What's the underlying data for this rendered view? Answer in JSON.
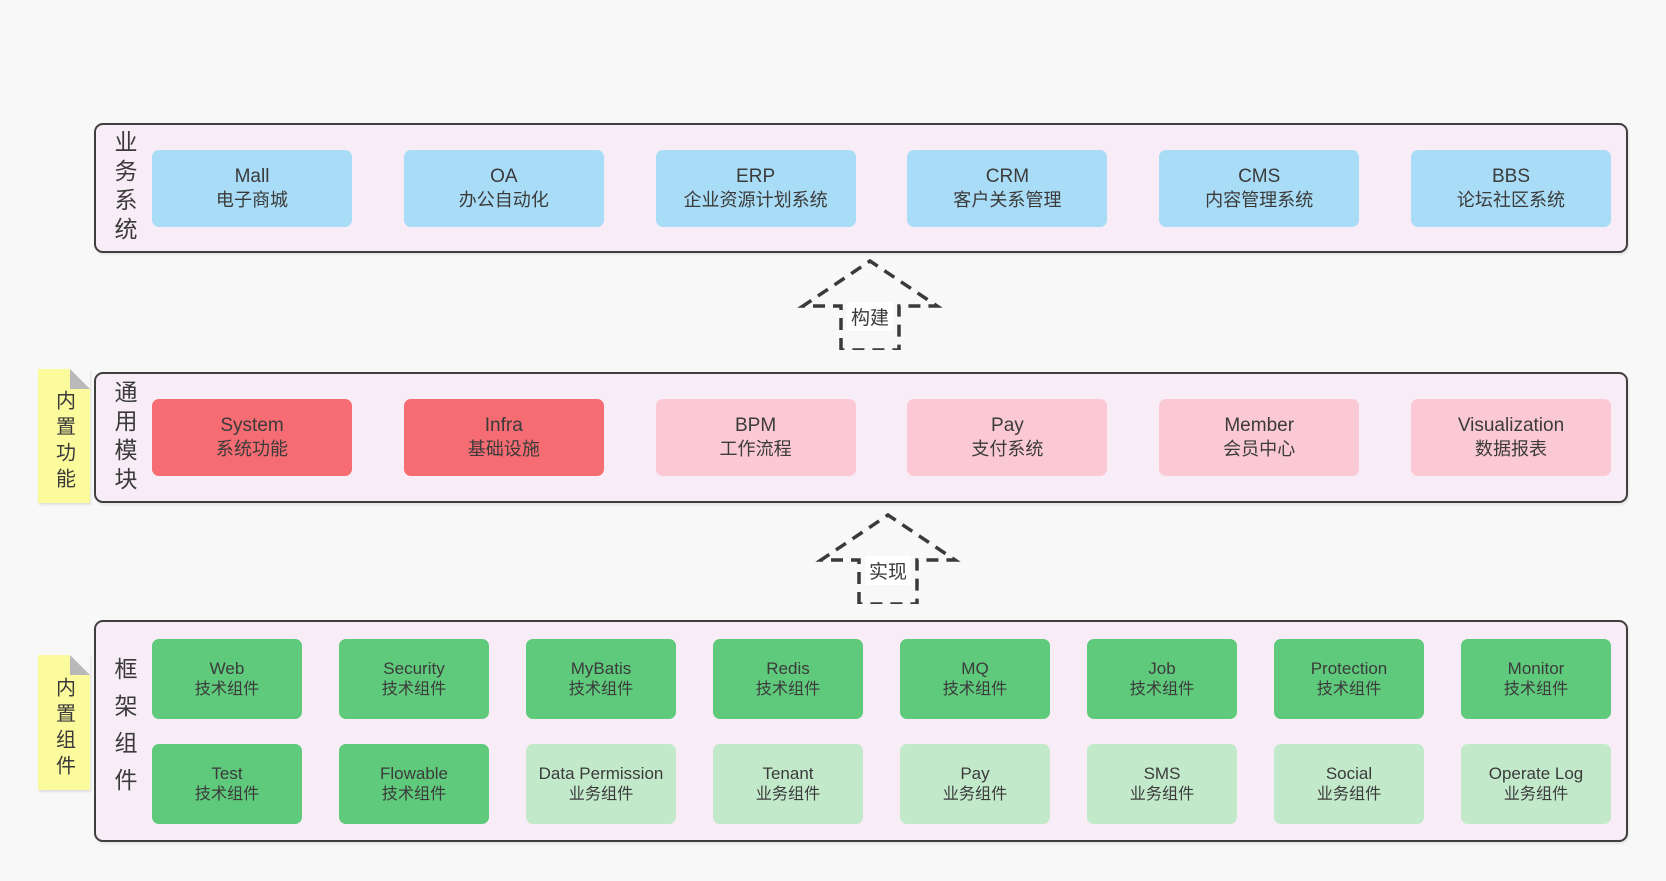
{
  "colors": {
    "page_bg": "#f8f8f8",
    "panel_bg": "#f8edf6",
    "panel_border": "#3f3f3f",
    "blue": "#a9dcf6",
    "red": "#f56c72",
    "pink": "#fbc9d4",
    "green": "#5fc97c",
    "light_green": "#c3e9cb",
    "note_yellow": "#fbfa9d",
    "note_fold_gray": "#b9b9b9",
    "text": "#3b3b3b"
  },
  "notes": {
    "modules": "内置功能",
    "components": "内置组件"
  },
  "arrows": {
    "build": "构建",
    "implement": "实现"
  },
  "panels": [
    {
      "label": "业务系统",
      "rows": [
        [
          {
            "en": "Mall",
            "zh": "电子商城",
            "type": "blue"
          },
          {
            "en": "OA",
            "zh": "办公自动化",
            "type": "blue"
          },
          {
            "en": "ERP",
            "zh": "企业资源计划系统",
            "type": "blue"
          },
          {
            "en": "CRM",
            "zh": "客户关系管理",
            "type": "blue"
          },
          {
            "en": "CMS",
            "zh": "内容管理系统",
            "type": "blue"
          },
          {
            "en": "BBS",
            "zh": "论坛社区系统",
            "type": "blue"
          }
        ]
      ]
    },
    {
      "label": "通用模块",
      "rows": [
        [
          {
            "en": "System",
            "zh": "系统功能",
            "type": "red"
          },
          {
            "en": "Infra",
            "zh": "基础设施",
            "type": "red"
          },
          {
            "en": "BPM",
            "zh": "工作流程",
            "type": "pink"
          },
          {
            "en": "Pay",
            "zh": "支付系统",
            "type": "pink"
          },
          {
            "en": "Member",
            "zh": "会员中心",
            "type": "pink"
          },
          {
            "en": "Visualization",
            "zh": "数据报表",
            "type": "pink"
          }
        ]
      ]
    },
    {
      "label": "框架组件",
      "rows": [
        [
          {
            "en": "Web",
            "zh": "技术组件",
            "type": "green"
          },
          {
            "en": "Security",
            "zh": "技术组件",
            "type": "green"
          },
          {
            "en": "MyBatis",
            "zh": "技术组件",
            "type": "green"
          },
          {
            "en": "Redis",
            "zh": "技术组件",
            "type": "green"
          },
          {
            "en": "MQ",
            "zh": "技术组件",
            "type": "green"
          },
          {
            "en": "Job",
            "zh": "技术组件",
            "type": "green"
          },
          {
            "en": "Protection",
            "zh": "技术组件",
            "type": "green"
          },
          {
            "en": "Monitor",
            "zh": "技术组件",
            "type": "green"
          }
        ],
        [
          {
            "en": "Test",
            "zh": "技术组件",
            "type": "green"
          },
          {
            "en": "Flowable",
            "zh": "技术组件",
            "type": "green"
          },
          {
            "en": "Data Permission",
            "zh": "业务组件",
            "type": "lightgreen"
          },
          {
            "en": "Tenant",
            "zh": "业务组件",
            "type": "lightgreen"
          },
          {
            "en": "Pay",
            "zh": "业务组件",
            "type": "lightgreen"
          },
          {
            "en": "SMS",
            "zh": "业务组件",
            "type": "lightgreen"
          },
          {
            "en": "Social",
            "zh": "业务组件",
            "type": "lightgreen"
          },
          {
            "en": "Operate Log",
            "zh": "业务组件",
            "type": "lightgreen"
          }
        ]
      ]
    }
  ]
}
